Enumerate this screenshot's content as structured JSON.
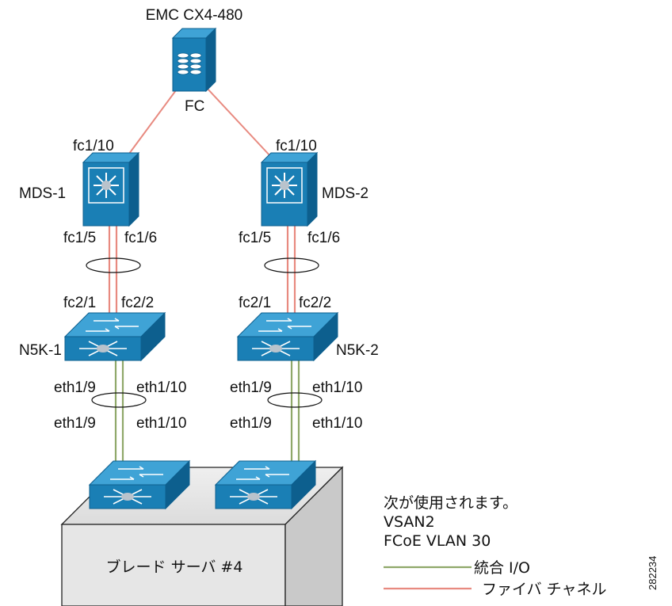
{
  "storage": {
    "name": "EMC CX4-480",
    "port_label": "FC"
  },
  "mds1": {
    "name": "MDS-1",
    "uplink_port": "fc1/10",
    "port_left": "fc1/5",
    "port_right": "fc1/6"
  },
  "mds2": {
    "name": "MDS-2",
    "uplink_port": "fc1/10",
    "port_left": "fc1/5",
    "port_right": "fc1/6"
  },
  "n5k1": {
    "name": "N5K-1",
    "fc_left": "fc2/1",
    "fc_right": "fc2/2",
    "eth_left": "eth1/9",
    "eth_right": "eth1/10"
  },
  "n5k2": {
    "name": "N5K-2",
    "fc_left": "fc2/1",
    "fc_right": "fc2/2",
    "eth_left": "eth1/9",
    "eth_right": "eth1/10"
  },
  "blade": {
    "label": "ブレード サーバ #4",
    "eth_left_1": "eth1/9",
    "eth_right_1": "eth1/10",
    "eth_left_2": "eth1/9",
    "eth_right_2": "eth1/10"
  },
  "note": {
    "line1": "次が使用されます。",
    "line2": "VSAN2",
    "line3": "FCoE VLAN 30"
  },
  "legend": {
    "items": [
      {
        "label": "統合 I/O",
        "color": "#8fa86a"
      },
      {
        "label": "ファイバ チャネル",
        "color": "#e88a80"
      }
    ]
  },
  "figure_id": "282234",
  "colors": {
    "device_blue": "#1a7fb5",
    "device_dark": "#0d5f8e",
    "fc_link": "#e88a80",
    "unified_link": "#8fa86a",
    "chassis_gray": "#e3e3e3"
  }
}
